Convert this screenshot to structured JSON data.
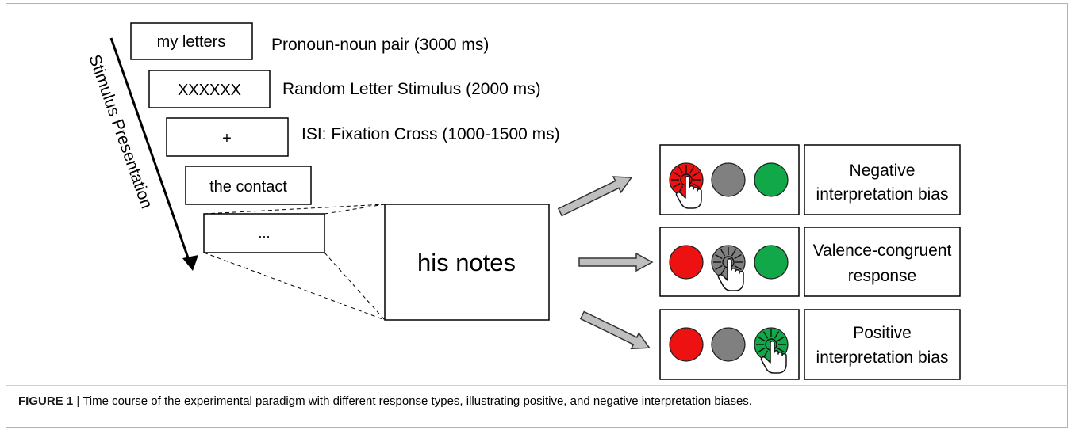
{
  "diagram": {
    "axis_label": "Stimulus Presentation",
    "sequence": [
      {
        "box_text": "my letters",
        "description": "Pronoun-noun pair (3000 ms)"
      },
      {
        "box_text": "XXXXXX",
        "description": "Random Letter Stimulus (2000 ms)"
      },
      {
        "box_text": "+",
        "description": "ISI: Fixation Cross (1000-1500 ms)"
      },
      {
        "box_text": "the contact",
        "description": ""
      },
      {
        "box_text": "...",
        "description": ""
      }
    ],
    "zoom_text": "his notes",
    "responses": [
      {
        "line1": "Negative",
        "line2": "interpretation bias",
        "pressed": "red"
      },
      {
        "line1": "Valence-congruent",
        "line2": "response",
        "pressed": "gray"
      },
      {
        "line1": "Positive",
        "line2": "interpretation bias",
        "pressed": "green"
      }
    ],
    "colors": {
      "red": "#ee1111",
      "gray": "#808080",
      "green": "#11a84a",
      "arrow_fill": "#bfbfbf"
    }
  },
  "caption": {
    "label": "FIGURE 1",
    "separator": "|",
    "text": "Time course of the experimental paradigm with different response types, illustrating positive, and negative interpretation biases."
  }
}
